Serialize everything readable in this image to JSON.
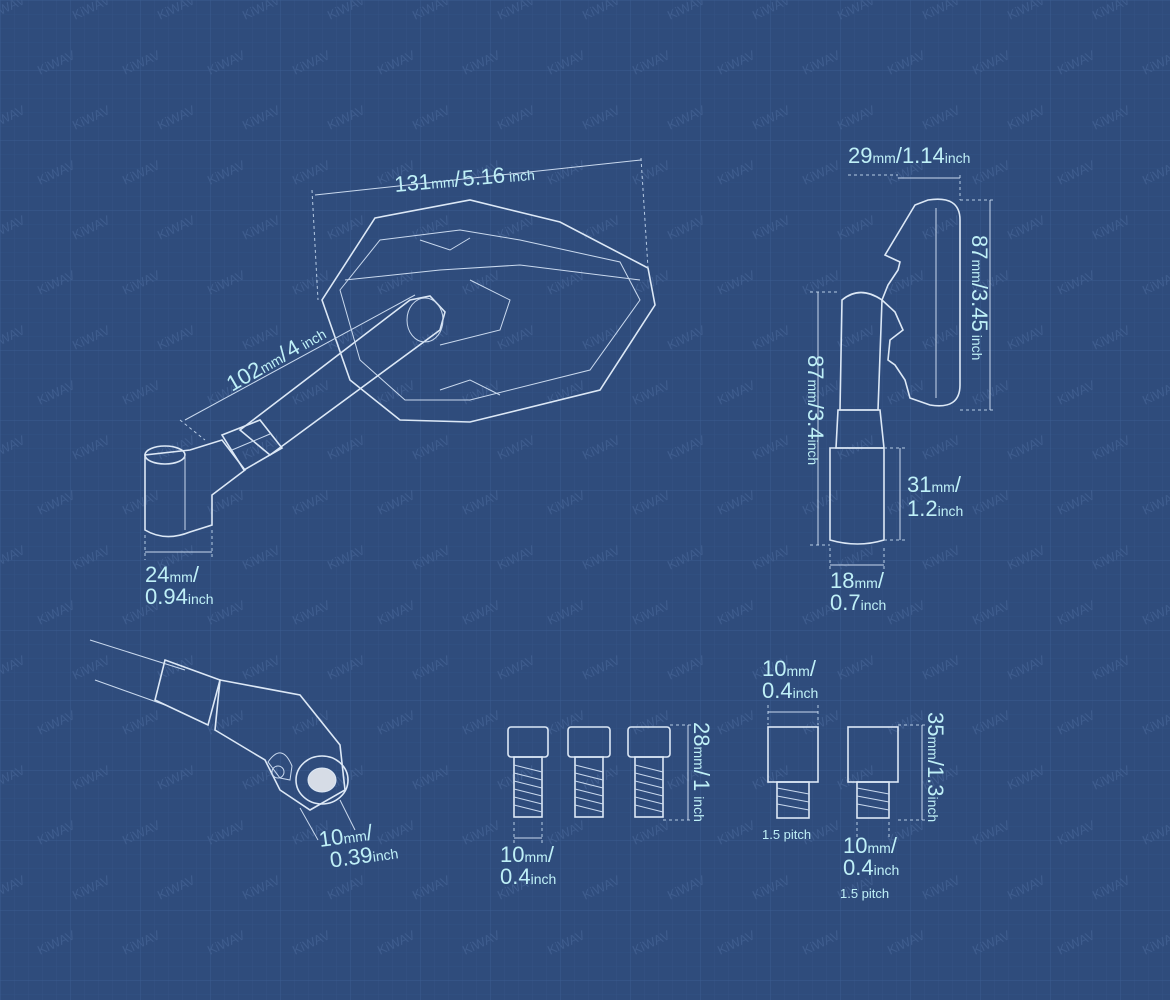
{
  "watermark": "KiWAV",
  "colors": {
    "background": "#2f4c7c",
    "grid": "#38598a",
    "line": "#dce8f6",
    "text": "#bff0f7"
  },
  "labels": {
    "width_total": {
      "v": "131",
      "u1": "mm",
      "sep": "/",
      "v2": "5.16",
      "u2": "inch"
    },
    "arm": {
      "v": "102",
      "u1": "mm",
      "sep": "/",
      "v2": "4",
      "u2": "inch"
    },
    "base": {
      "v1": "24",
      "u1": "mm",
      "sep": "/",
      "v2": "0.94",
      "u2": "inch"
    },
    "depth": {
      "v": "29",
      "u1": "mm",
      "sep": "/",
      "v2": "1.14",
      "u2": "inch"
    },
    "head_height": {
      "v": "87",
      "u1": "mm",
      "sep": "/",
      "v2": "3.45",
      "u2": "inch"
    },
    "stem_height": {
      "v": "87",
      "u1": "mm",
      "sep": "/",
      "v2": "3.4",
      "u2": "inch"
    },
    "foot_height": {
      "v1": "31",
      "u1": "mm",
      "sep": "/",
      "v2": "1.2",
      "u2": "inch"
    },
    "foot_width": {
      "v1": "18",
      "u1": "mm",
      "sep": "/",
      "v2": "0.7",
      "u2": "inch"
    },
    "hole": {
      "v1": "10",
      "u1": "mm",
      "sep": "/",
      "v2": "0.39",
      "u2": "inch"
    },
    "bolt_dia": {
      "v1": "10",
      "u1": "mm",
      "sep": "/",
      "v2": "0.4",
      "u2": "inch"
    },
    "bolt_len": {
      "v": "28",
      "u1": "mm",
      "sep": "/",
      "v2": "1",
      "u2": "inch"
    },
    "adapter_top": {
      "v1": "10",
      "u1": "mm",
      "sep": "/",
      "v2": "0.4",
      "u2": "inch"
    },
    "adapter_len": {
      "v": "35",
      "u1": "mm",
      "sep": "/",
      "v2": "1.3",
      "u2": "inch"
    },
    "adapter_bottom": {
      "v1": "10",
      "u1": "mm",
      "sep": "/",
      "v2": "0.4",
      "u2": "inch"
    },
    "pitch1": "1.5 pitch",
    "pitch2": "1.5 pitch"
  }
}
